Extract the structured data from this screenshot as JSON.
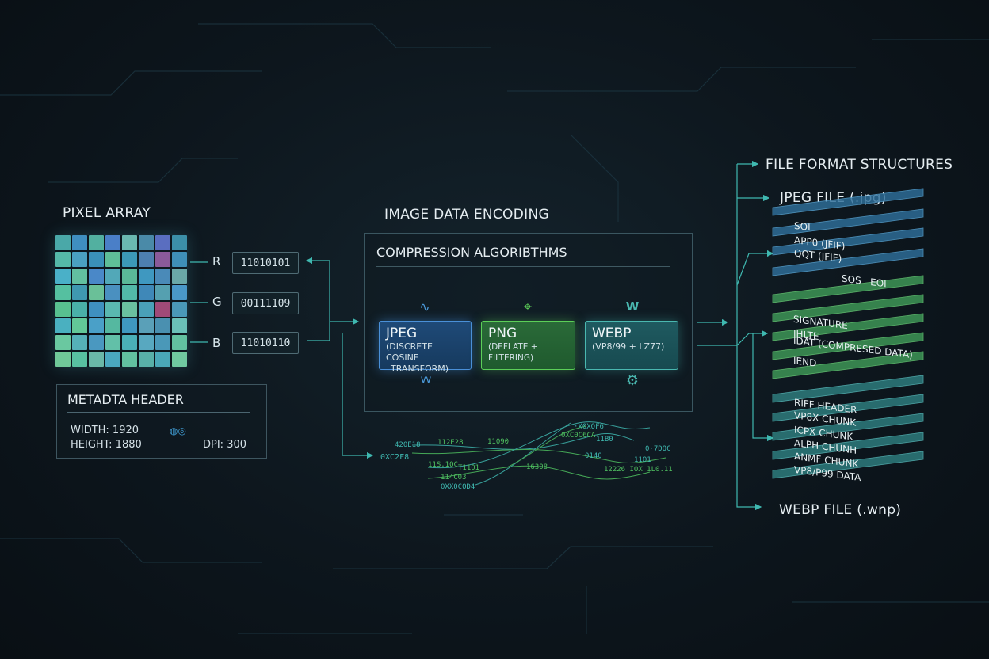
{
  "pixel_array": {
    "title": "PIXEL ARRAY",
    "channels": [
      {
        "label": "R",
        "bits": "11010101"
      },
      {
        "label": "G",
        "bits": "00111109"
      },
      {
        "label": "B",
        "bits": "11010110"
      }
    ],
    "colors": [
      "#4aa8a8",
      "#3f8fc0",
      "#52b0a0",
      "#4a7fc8",
      "#6ab8b0",
      "#4a8aa8",
      "#5a6ec0",
      "#3c8fa8",
      "#55b8a8",
      "#4aa0c0",
      "#3a90b8",
      "#5fbf98",
      "#3c98b8",
      "#4d7fb0",
      "#8a5a9a",
      "#3f8fb8",
      "#4ab0c8",
      "#62c0a0",
      "#4a88c8",
      "#52a8b8",
      "#5ab898",
      "#3f98c0",
      "#4a8ab8",
      "#6aa8a8",
      "#55c0a0",
      "#3f98b0",
      "#6ac098",
      "#4a90c0",
      "#52b8a8",
      "#3f88b8",
      "#55a0b0",
      "#4a98c8",
      "#58c090",
      "#4ab0a8",
      "#3f90c0",
      "#5ab8b0",
      "#6ac0a0",
      "#4aa0b8",
      "#a04a78",
      "#4a98b8",
      "#4ab0c0",
      "#62c898",
      "#4aa0c8",
      "#55b8a0",
      "#3f98c0",
      "#5aa0b8",
      "#4a90b0",
      "#6ac0b8",
      "#6ac8a0",
      "#55b0b8",
      "#4a98c0",
      "#62c0a8",
      "#4ab0b8",
      "#58a8c0",
      "#4a98b8",
      "#62c0a0",
      "#70c898",
      "#58c0a0",
      "#6ab8a8",
      "#4aa8c0",
      "#62c0a0",
      "#58b0a8",
      "#4aa8b8",
      "#70c8a0"
    ]
  },
  "metadata": {
    "title": "METADTA HEADER",
    "width": "WIDTH: 1920",
    "height": "HEIGHT: 1880",
    "dpi": "DPI: 300",
    "glyph": "◍◎"
  },
  "encoding": {
    "title": "IMAGE DATA ENCODING",
    "box_title": "COMPRESSION ALGORIBTHMS",
    "algorithms": [
      {
        "name": "JPEG",
        "desc1": "(DISCRETE COSINE",
        "desc2": "TRANSFORM)",
        "icon_top": "∿",
        "icon_bottom": "∨∨"
      },
      {
        "name": "PNG",
        "desc1": "(DEFLATE + FILTERING)",
        "desc2": "",
        "icon_top": "⌖",
        "icon_bottom": ""
      },
      {
        "name": "WEBP",
        "desc1": "(VP8/99 + LZ77)",
        "desc2": "",
        "icon_top": "W",
        "icon_bottom": "⚙"
      }
    ],
    "hex_tokens": [
      "420E18",
      "112E28",
      "11090",
      "·X0XOF6",
      "0XC2F8",
      "0XC0C6CA·",
      "11B0",
      "0·7DOC",
      "11S.1OC",
      "T1101",
      "0140",
      "1101",
      "114C03",
      "16308",
      "12226 IOX 1L0.11",
      "0XX0COD4"
    ]
  },
  "formats": {
    "title": "FILE FORMAT STRUCTURES",
    "jpeg_file": "JPEG FILE (.jpg)",
    "webp_file": "WEBP FILE (.wnp)",
    "jpeg_layers": [
      "SOI",
      "APP0 (JFIF)",
      "QQT (JFIF)",
      "SOS   EOI"
    ],
    "png_layers": [
      "SIGNATURE",
      "IHLTE",
      "IDAT (COMPRESED DATA)",
      "IEND"
    ],
    "webp_layers": [
      "RIFF HEADER",
      "VP8X CHUNK",
      "ICPX CHUNK",
      "ALPH CHUNH",
      "ANMF CHUNK",
      "VP8/P99 DATA"
    ]
  },
  "colors": {
    "accent_cyan": "#3fb8b0",
    "accent_blue": "#3f86c8",
    "accent_green": "#4fc060",
    "layer_blue": "#2f6f9a",
    "layer_green": "#3f9a58",
    "layer_teal": "#2f7f80"
  }
}
